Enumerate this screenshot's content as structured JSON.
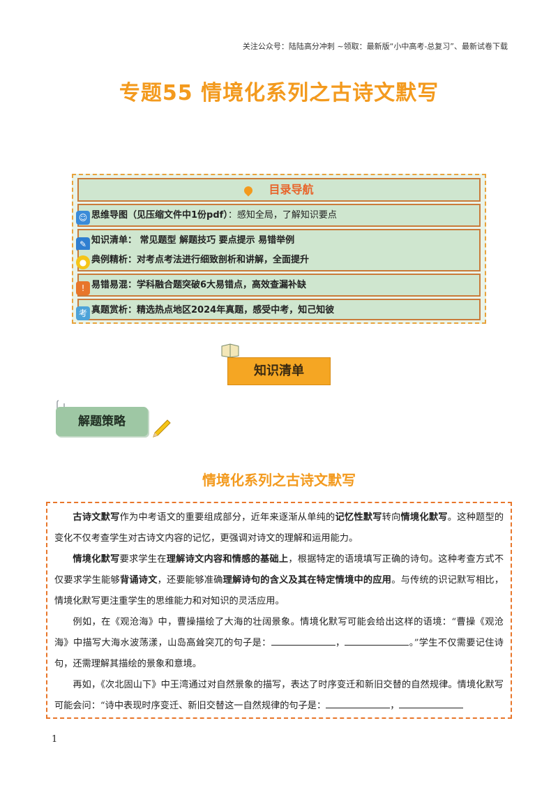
{
  "header": {
    "top_note": "关注公众号：陆陆高分冲刺 ~领取：最新版“小中高考-总复习”、最新试卷下载",
    "title": "专题55 情境化系列之古诗文默写"
  },
  "toc": {
    "heading": "目录导航",
    "rows": [
      {
        "icon": "head-icon",
        "badge": "☺",
        "label": "思维导图（见压缩文件中1份pdf）",
        "desc": "：感知全局，了解知识要点"
      },
      {
        "icon": "pencil-icon",
        "badge": "✎",
        "label": "知识清单：",
        "desc": " 常见题型 解题技巧 要点提示 易错举例"
      },
      {
        "icon": "bulb-icon",
        "badge": "●",
        "label": "典例精析：",
        "desc": "对考点考法进行细致剖析和讲解，全面提升"
      },
      {
        "icon": "warning-icon",
        "badge": "!",
        "label": "易错易混：",
        "desc": "学科融合题突破6大易错点，高效查漏补缺"
      },
      {
        "icon": "exam-icon",
        "badge": "考",
        "label": "真题赏析：",
        "desc": "精选热点地区2024年真题，感受中考，知己知彼"
      }
    ]
  },
  "section_banner": "知识清单",
  "strategy_tag": "解题策略",
  "sub_title": "情境化系列之古诗文默写",
  "content": {
    "p1_a": "古诗文默写",
    "p1_b": "作为中考语文的重要组成部分，近年来逐渐从单纯的",
    "p1_c": "记忆性默写",
    "p1_d": "转向",
    "p1_e": "情境化默写",
    "p1_f": "。这种题型的变化不仅考查学生对古诗文内容的记忆，更强调对诗文的理解和运用能力。",
    "p2_a": "情境化默写",
    "p2_b": "要求学生在",
    "p2_c": "理解诗文内容和情感的基础上",
    "p2_d": "，根据特定的语境填写正确的诗句。这种考查方式不仅要求学生能够",
    "p2_e": "背诵诗文",
    "p2_f": "，还要能够准确",
    "p2_g": "理解诗句的含义及其在特定情境中的应用",
    "p2_h": "。与传统的识记默写相比，情境化默写更注重学生的思维能力和对知识的灵活应用。",
    "p3_a": "例如，在《观沧海》中，曹操描绘了大海的壮阔景象。情境化默写可能会给出这样的语境：“曹操《观沧海》中描写大海水波荡漾，山岛高耸突兀的句子是：",
    "p3_sep": "，",
    "p3_b": "。”学生不仅需要记住诗句，还需理解其描绘的景象和意境。",
    "p4_a": "再如，《次北固山下》中王湾通过对自然景象的描写，表达了时序变迁和新旧交替的自然规律。情境化默写可能会问：“诗中表现时序变迁、新旧交替这一自然规律的句子是：",
    "p4_sep": "，"
  },
  "page_number": "1"
}
